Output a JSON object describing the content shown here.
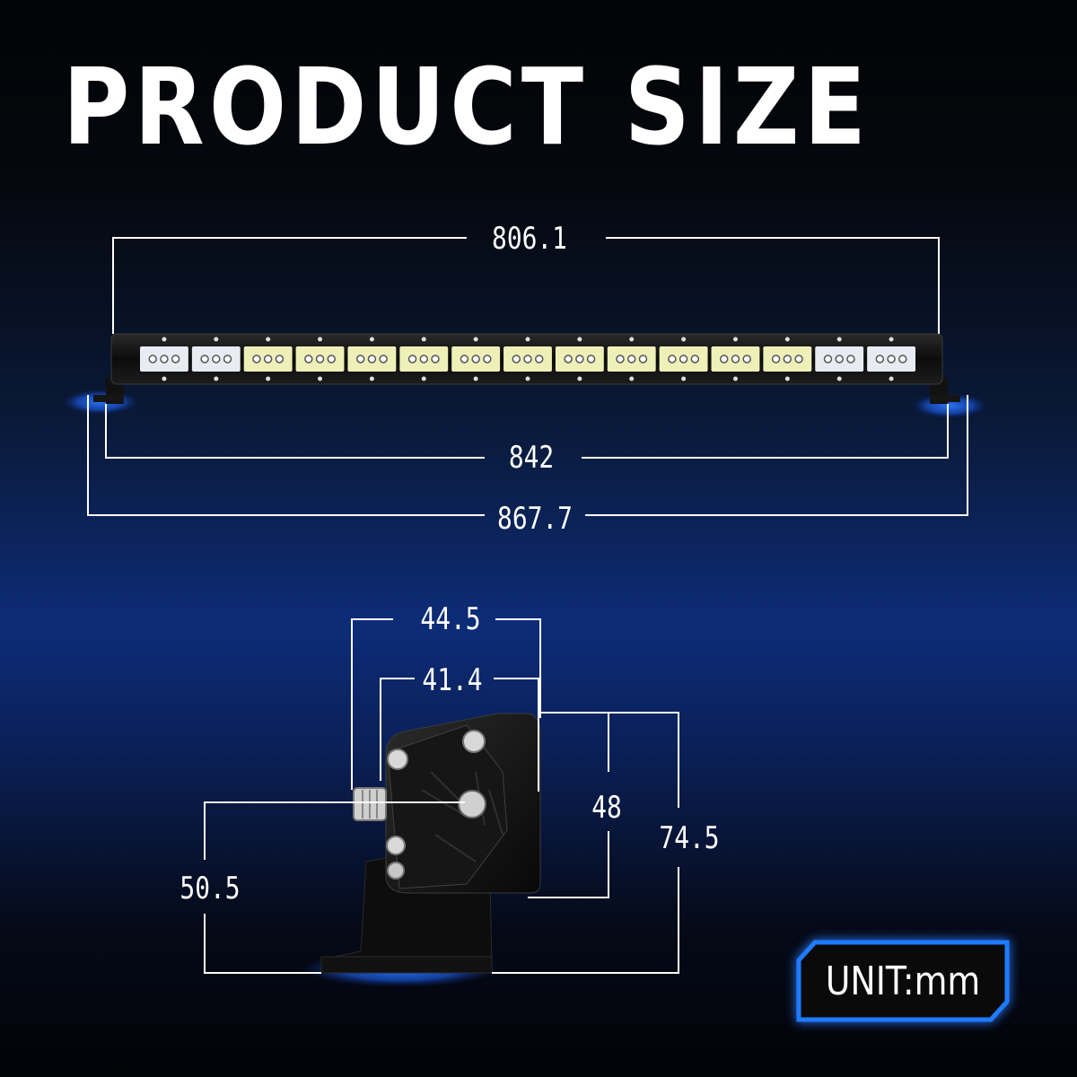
{
  "title": "PRODUCT SIZE",
  "front_view": {
    "top_width": "806.1",
    "bracket_width": "842",
    "overall_width": "867.7"
  },
  "side_view": {
    "depth_outer": "44.5",
    "depth_inner": "41.4",
    "housing_height": "48",
    "overall_height": "74.5",
    "mount_height": "50.5"
  },
  "unit_label": "UNIT:mm",
  "colors": {
    "accent_blue": "#1e6cff",
    "line_white": "#ffffff",
    "led_yellow": "#f4f5c8"
  }
}
